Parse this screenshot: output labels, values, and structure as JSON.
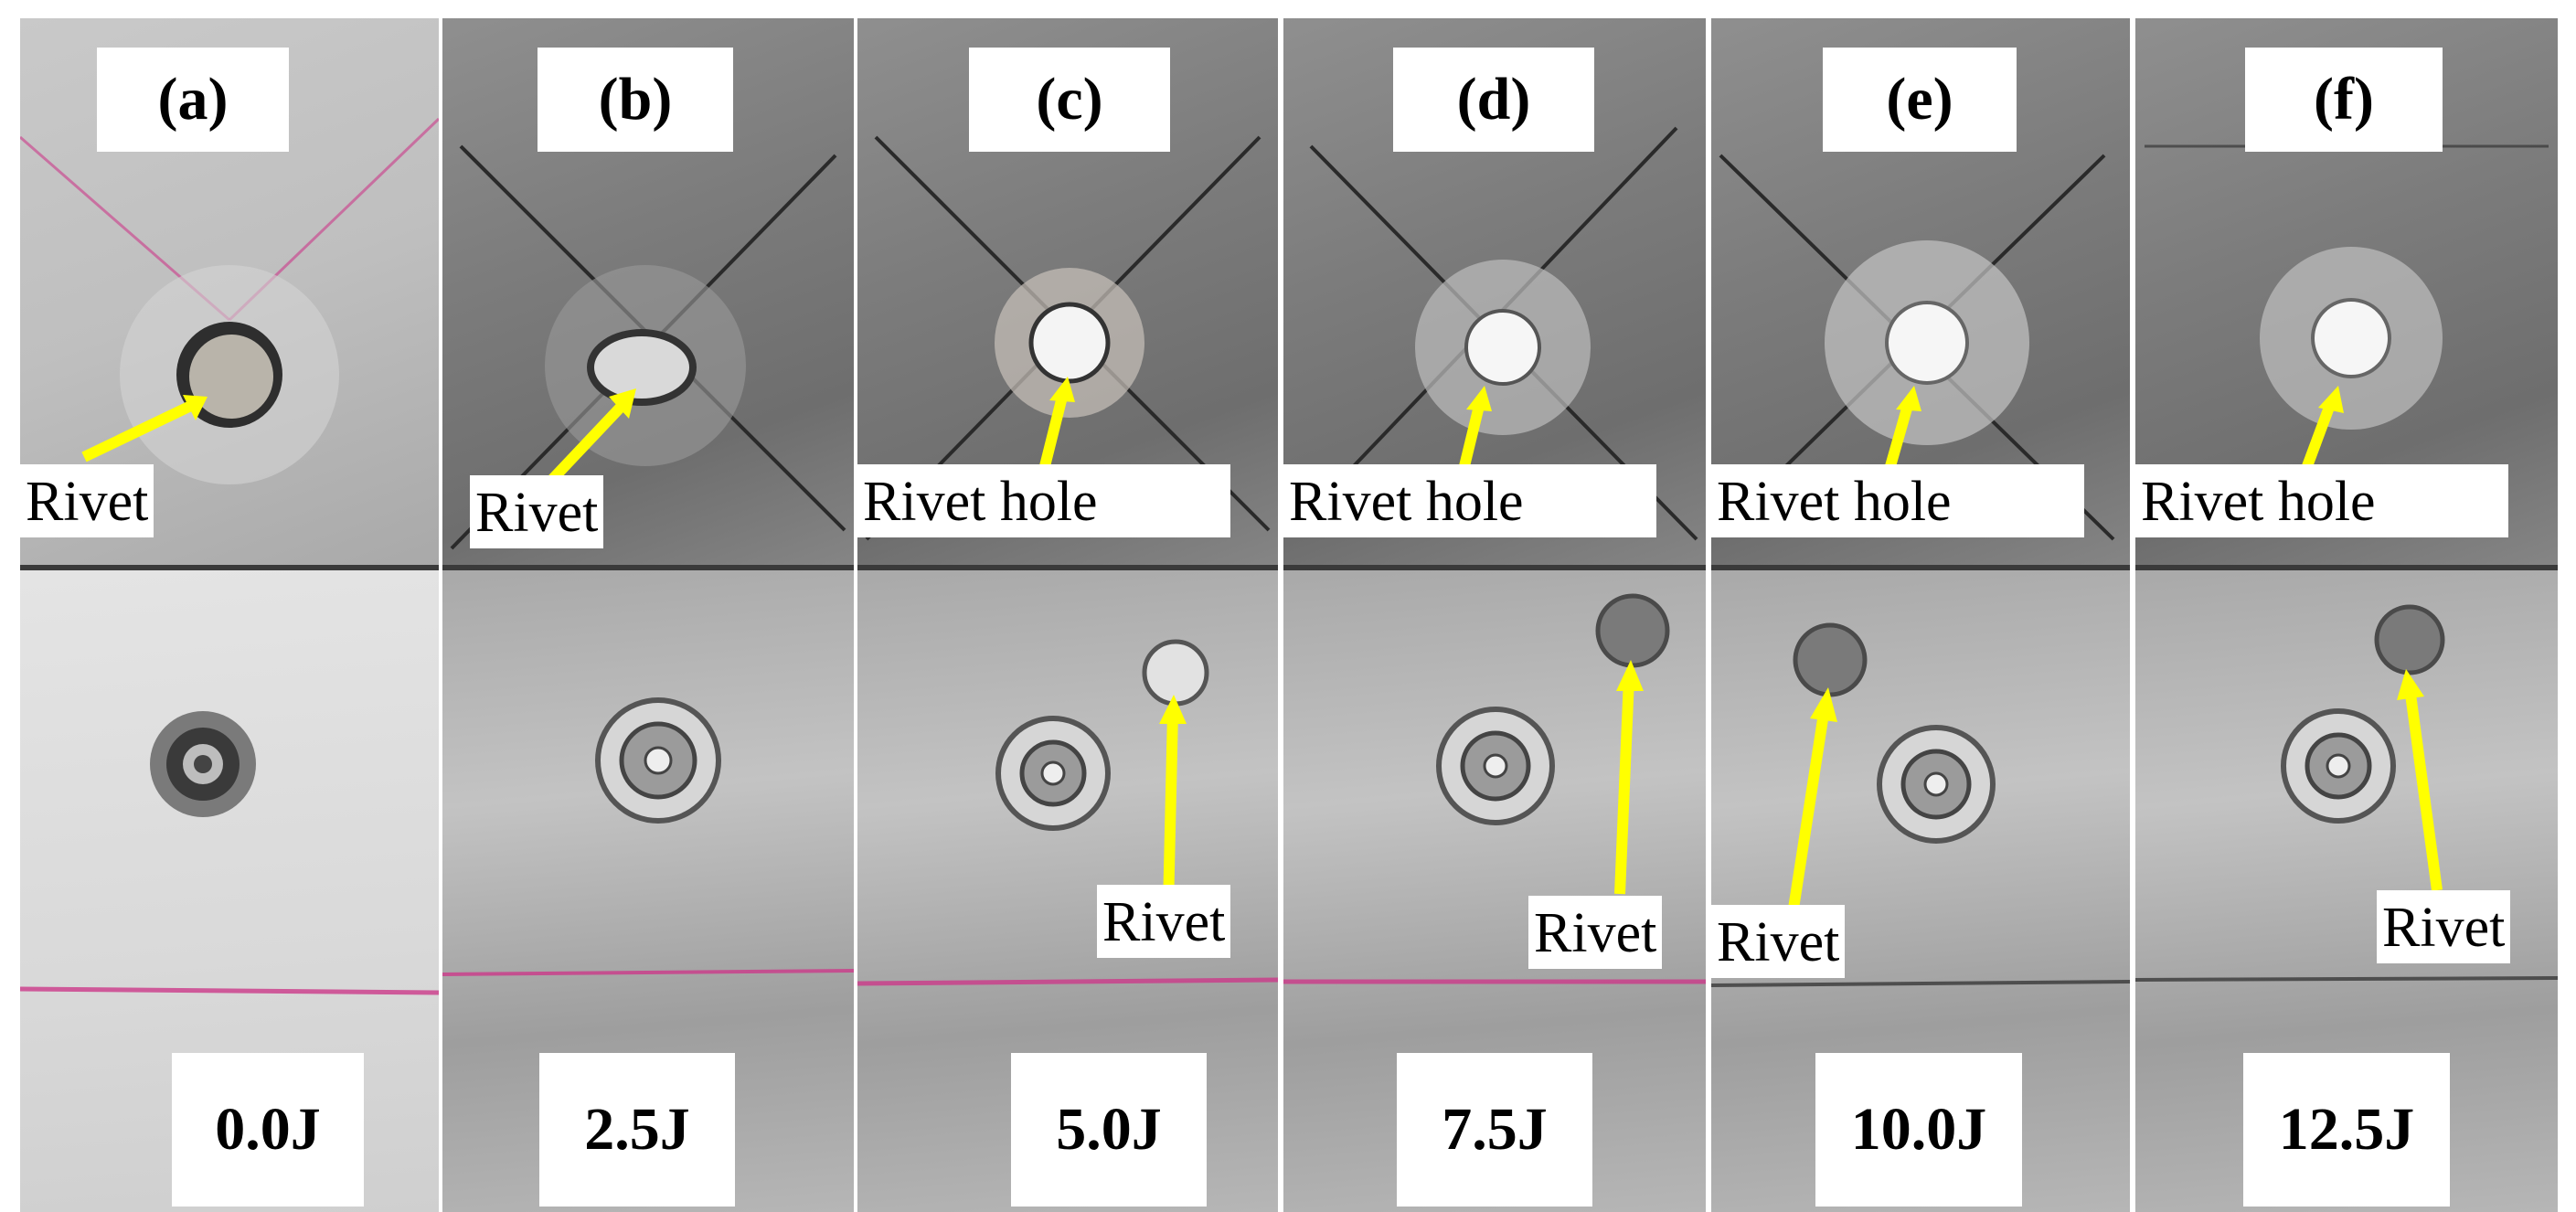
{
  "panels": [
    {
      "id": "a",
      "label": "(a)",
      "energy": "0.0J",
      "top_callout": "Rivet",
      "bottom_callout": ""
    },
    {
      "id": "b",
      "label": "(b)",
      "energy": "2.5J",
      "top_callout": "Rivet",
      "bottom_callout": ""
    },
    {
      "id": "c",
      "label": "(c)",
      "energy": "5.0J",
      "top_callout": "Rivet hole",
      "bottom_callout": "Rivet"
    },
    {
      "id": "d",
      "label": "(d)",
      "energy": "7.5J",
      "top_callout": "Rivet hole",
      "bottom_callout": "Rivet"
    },
    {
      "id": "e",
      "label": "(e)",
      "energy": "10.0J",
      "top_callout": "Rivet hole",
      "bottom_callout": "Rivet"
    },
    {
      "id": "f",
      "label": "(f)",
      "energy": "12.5J",
      "top_callout": "Rivet hole",
      "bottom_callout": "Rivet"
    }
  ],
  "colors": {
    "arrow": "#ffff00",
    "label_background": "#ffffff",
    "marker_line": "#cc3a8a",
    "scribe_line": "#2a2a2a"
  }
}
